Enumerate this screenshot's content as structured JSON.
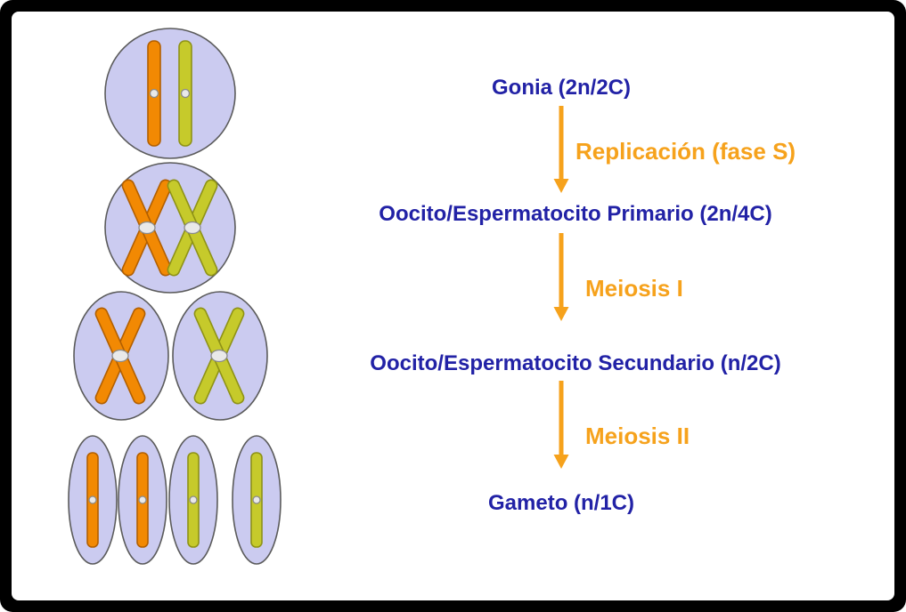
{
  "flowchart": {
    "stages": [
      {
        "label": "Gonia (2n/2C)"
      },
      {
        "label": "Oocito/Espermatocito Primario (2n/4C)"
      },
      {
        "label": "Oocito/Espermatocito Secundario (n/2C)"
      },
      {
        "label": "Gameto (n/1C)"
      }
    ],
    "processes": [
      {
        "label": "Replicación (fase S)"
      },
      {
        "label": "Meiosis I"
      },
      {
        "label": "Meiosis II"
      }
    ]
  },
  "colors": {
    "stage_text": "#2222a6",
    "process_text": "#f6a21c",
    "arrow": "#f6a21c",
    "cell_fill": "#cbcbf0",
    "cell_stroke": "#5b5b5b",
    "chromosome_orange": "#f28903",
    "chromosome_yellow_green": "#c6ca2b",
    "centromere": "#e9e9e9",
    "frame": "#000000",
    "background": "#ffffff"
  },
  "cell_diagrams": [
    {
      "stage": "Gonia",
      "cells": 1,
      "shape": "circle",
      "chromosomes_per_cell": [
        {
          "color": "orange",
          "form": "single-chromatid"
        },
        {
          "color": "yellow-green",
          "form": "single-chromatid"
        }
      ]
    },
    {
      "stage": "Oocito/Espermatocito Primario",
      "cells": 1,
      "shape": "circle",
      "chromosomes_per_cell": [
        {
          "color": "orange",
          "form": "duplicated-X"
        },
        {
          "color": "yellow-green",
          "form": "duplicated-X"
        }
      ]
    },
    {
      "stage": "Oocito/Espermatocito Secundario",
      "cells": 2,
      "shape": "oval",
      "chromosomes_per_cell": [
        {
          "color": "orange-or-yellow-green",
          "form": "duplicated-X"
        }
      ],
      "note": "left cell orange, right cell yellow-green"
    },
    {
      "stage": "Gameto",
      "cells": 4,
      "shape": "oval",
      "chromosomes_per_cell": [
        {
          "color": "orange-or-yellow-green",
          "form": "single-chromatid"
        }
      ],
      "note": "two orange, two yellow-green"
    }
  ]
}
